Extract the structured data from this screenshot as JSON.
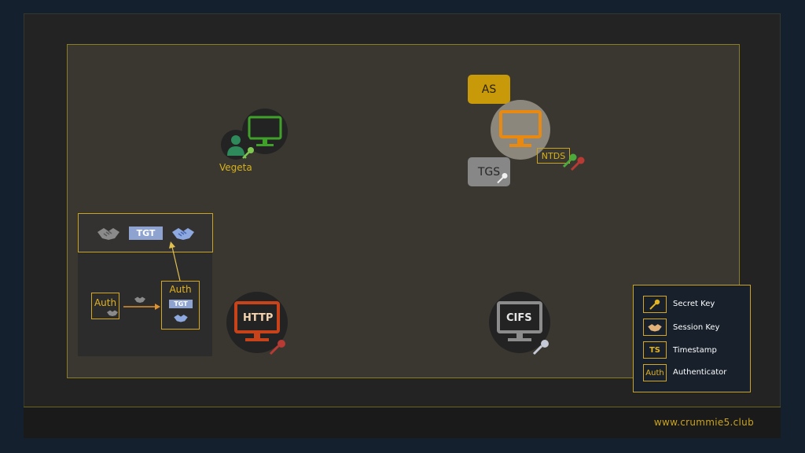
{
  "footer": {
    "url": "www.crummie5.club"
  },
  "client": {
    "name": "Vegeta"
  },
  "kdc": {
    "as_label": "AS",
    "tgs_label": "TGS",
    "ntds_label": "NTDS"
  },
  "services": {
    "http_label": "HTTP",
    "cifs_label": "CIFS"
  },
  "auth_flow": {
    "auth_left_label": "Auth",
    "auth_right_label": "Auth",
    "tgt_label": "TGT",
    "tgt_small_label": "TGT"
  },
  "legend": {
    "items": [
      {
        "icon": "key-icon",
        "label": "Secret Key"
      },
      {
        "icon": "handshake-icon",
        "label": "Session Key"
      },
      {
        "icon": "TS",
        "label": "Timestamp"
      },
      {
        "icon": "Auth",
        "label": "Authenticator"
      }
    ]
  },
  "colors": {
    "accent": "#c9a322",
    "client_monitor": "#3fa02a",
    "client_user": "#2e8a5a",
    "kdc_monitor": "#e88a12",
    "http_monitor": "#c8431a",
    "cifs_monitor": "#8c8c8c",
    "tgt_ticket": "#8ea3cf"
  }
}
